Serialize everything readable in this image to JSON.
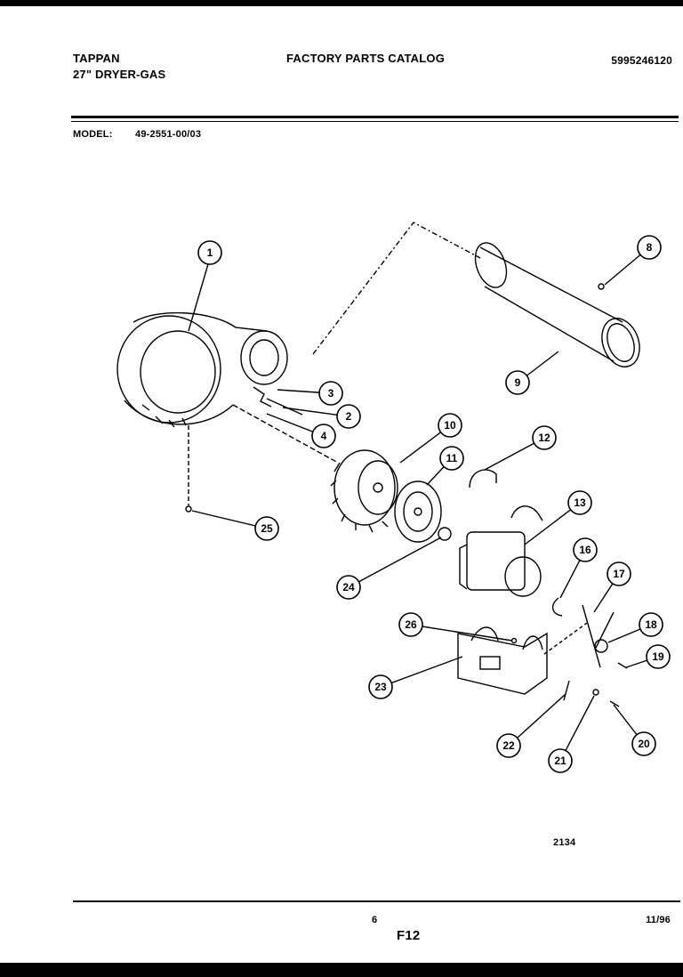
{
  "header": {
    "brand": "TAPPAN",
    "product": "27\" DRYER-GAS",
    "catalog_title": "FACTORY PARTS CATALOG",
    "catalog_number": "5995246120",
    "model_label": "MODEL:",
    "model_value": "49-2551-00/03"
  },
  "callouts": [
    "1",
    "2",
    "3",
    "4",
    "8",
    "9",
    "10",
    "11",
    "12",
    "13",
    "16",
    "17",
    "18",
    "19",
    "20",
    "21",
    "22",
    "23",
    "24",
    "25",
    "26"
  ],
  "footer": {
    "diagram_code": "2134",
    "page_number": "6",
    "figure_code": "F12",
    "date": "11/96"
  }
}
